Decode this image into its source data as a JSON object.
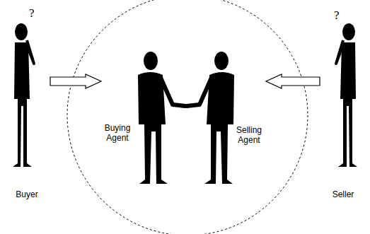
{
  "diagram": {
    "nodes": [
      {
        "text": [
          "Buyer"
        ]
      },
      {
        "text": [
          "Buying Agent"
        ]
      },
      {
        "text": [
          "Selling Agent"
        ]
      },
      {
        "text": [
          "Seller"
        ]
      }
    ],
    "edges": [
      {
        "from": 0,
        "to": 1,
        "arrow": "to"
      },
      {
        "from": 3,
        "to": 2,
        "arrow": "to"
      }
    ],
    "labels": [
      "?",
      "?"
    ]
  }
}
